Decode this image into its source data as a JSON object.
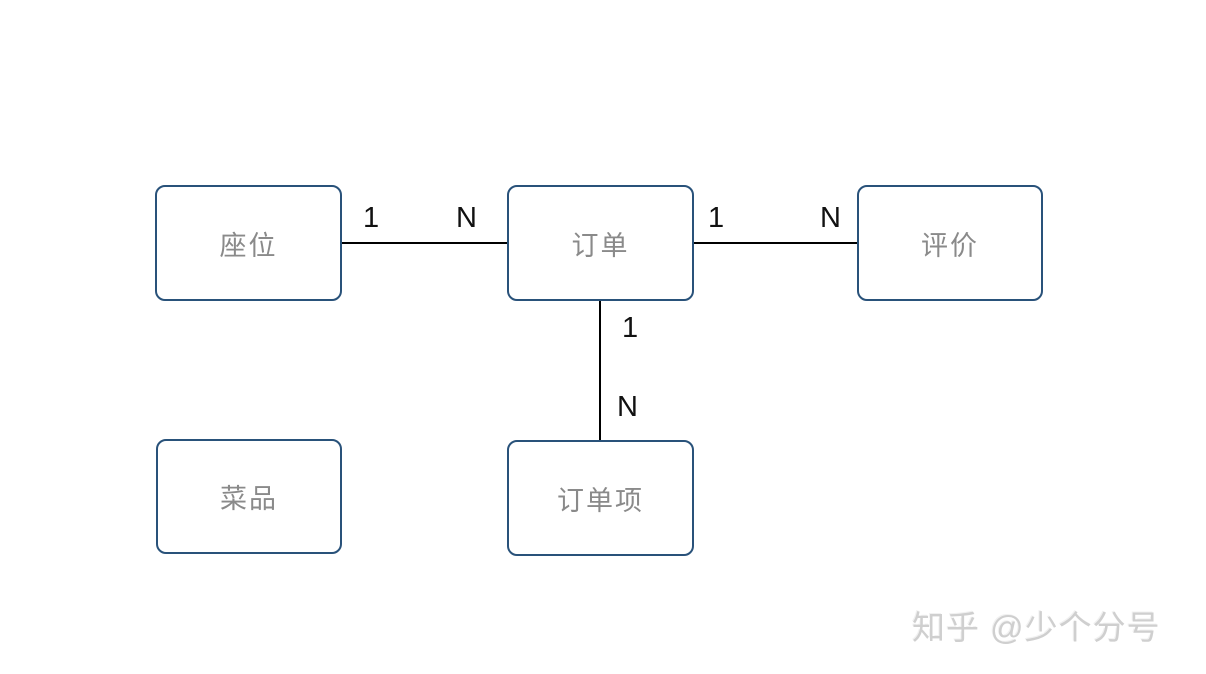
{
  "diagram": {
    "entities": [
      {
        "id": "seat",
        "label": "座位"
      },
      {
        "id": "order",
        "label": "订单"
      },
      {
        "id": "review",
        "label": "评价"
      },
      {
        "id": "order_item",
        "label": "订单项"
      },
      {
        "id": "dish",
        "label": "菜品"
      }
    ],
    "relationships": [
      {
        "from": "seat",
        "to": "order",
        "from_card": "1",
        "to_card": "N",
        "orientation": "horizontal"
      },
      {
        "from": "order",
        "to": "review",
        "from_card": "1",
        "to_card": "N",
        "orientation": "horizontal"
      },
      {
        "from": "order",
        "to": "order_item",
        "from_card": "1",
        "to_card": "N",
        "orientation": "vertical"
      }
    ],
    "colors": {
      "box_border": "#29527a",
      "box_fill": "#ffffff",
      "entity_text": "#8a8a8a",
      "edge_line": "#000000",
      "cardinality_text": "#111111",
      "watermark_text": "#cfcfcf",
      "background": "#ffffff"
    }
  },
  "watermark": {
    "text": "知乎 @少个分号"
  }
}
